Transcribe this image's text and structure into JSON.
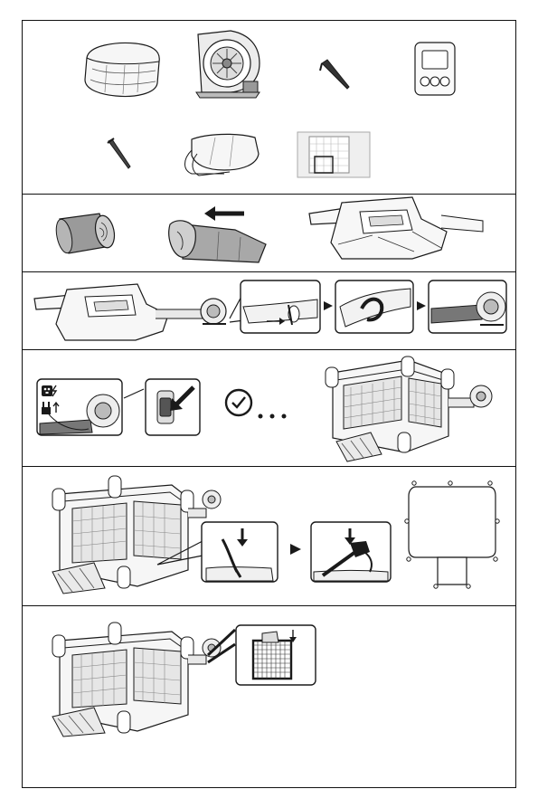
{
  "manual": {
    "section_count": 6,
    "step_arrows": [
      "next-step",
      "next-step",
      "next-step"
    ],
    "wait_dots": ". . ."
  },
  "colors": {
    "line": "#1a1a1a",
    "fill_light": "#f4f4f4",
    "fill_mid": "#c8c8c8",
    "fill_dark": "#8a8a8a"
  },
  "icons": {
    "power_symbols": [
      "plug-icon",
      "lightning-icon",
      "up-arrow-icon"
    ],
    "clock": "clock-check-icon",
    "push_down": "down-arrow-icon",
    "filter_flow": "down-arrow-icon"
  }
}
